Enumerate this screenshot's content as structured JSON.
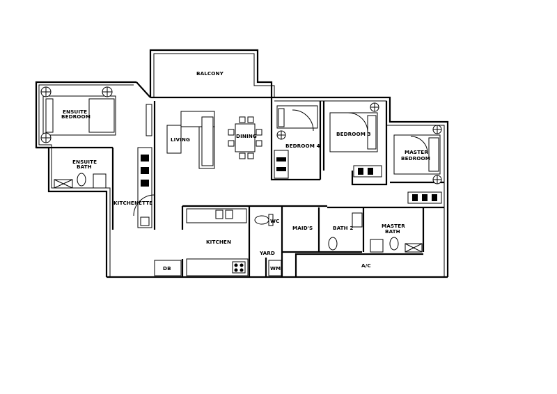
{
  "rooms": {
    "balcony": "BALCONY",
    "ensuite_bedroom": [
      "ENSUITE",
      "BEDROOM"
    ],
    "ensuite_bath": [
      "ENSUITE",
      "BATH"
    ],
    "living": "LIVING",
    "dining": "DINING",
    "bedroom4": "BEDROOM 4",
    "bedroom3": "BEDROOM 3",
    "master_bedroom": [
      "MASTER",
      "BEDROOM"
    ],
    "kitchenette": "KITCHENETTE",
    "kitchen": "KITCHEN",
    "wc": "WC",
    "maids": "MAID'S",
    "bath2": "BATH 2",
    "master_bath": [
      "MASTER",
      "BATH"
    ],
    "yard": "YARD",
    "db": "DB",
    "wm": "WM",
    "ac": "A/C"
  }
}
